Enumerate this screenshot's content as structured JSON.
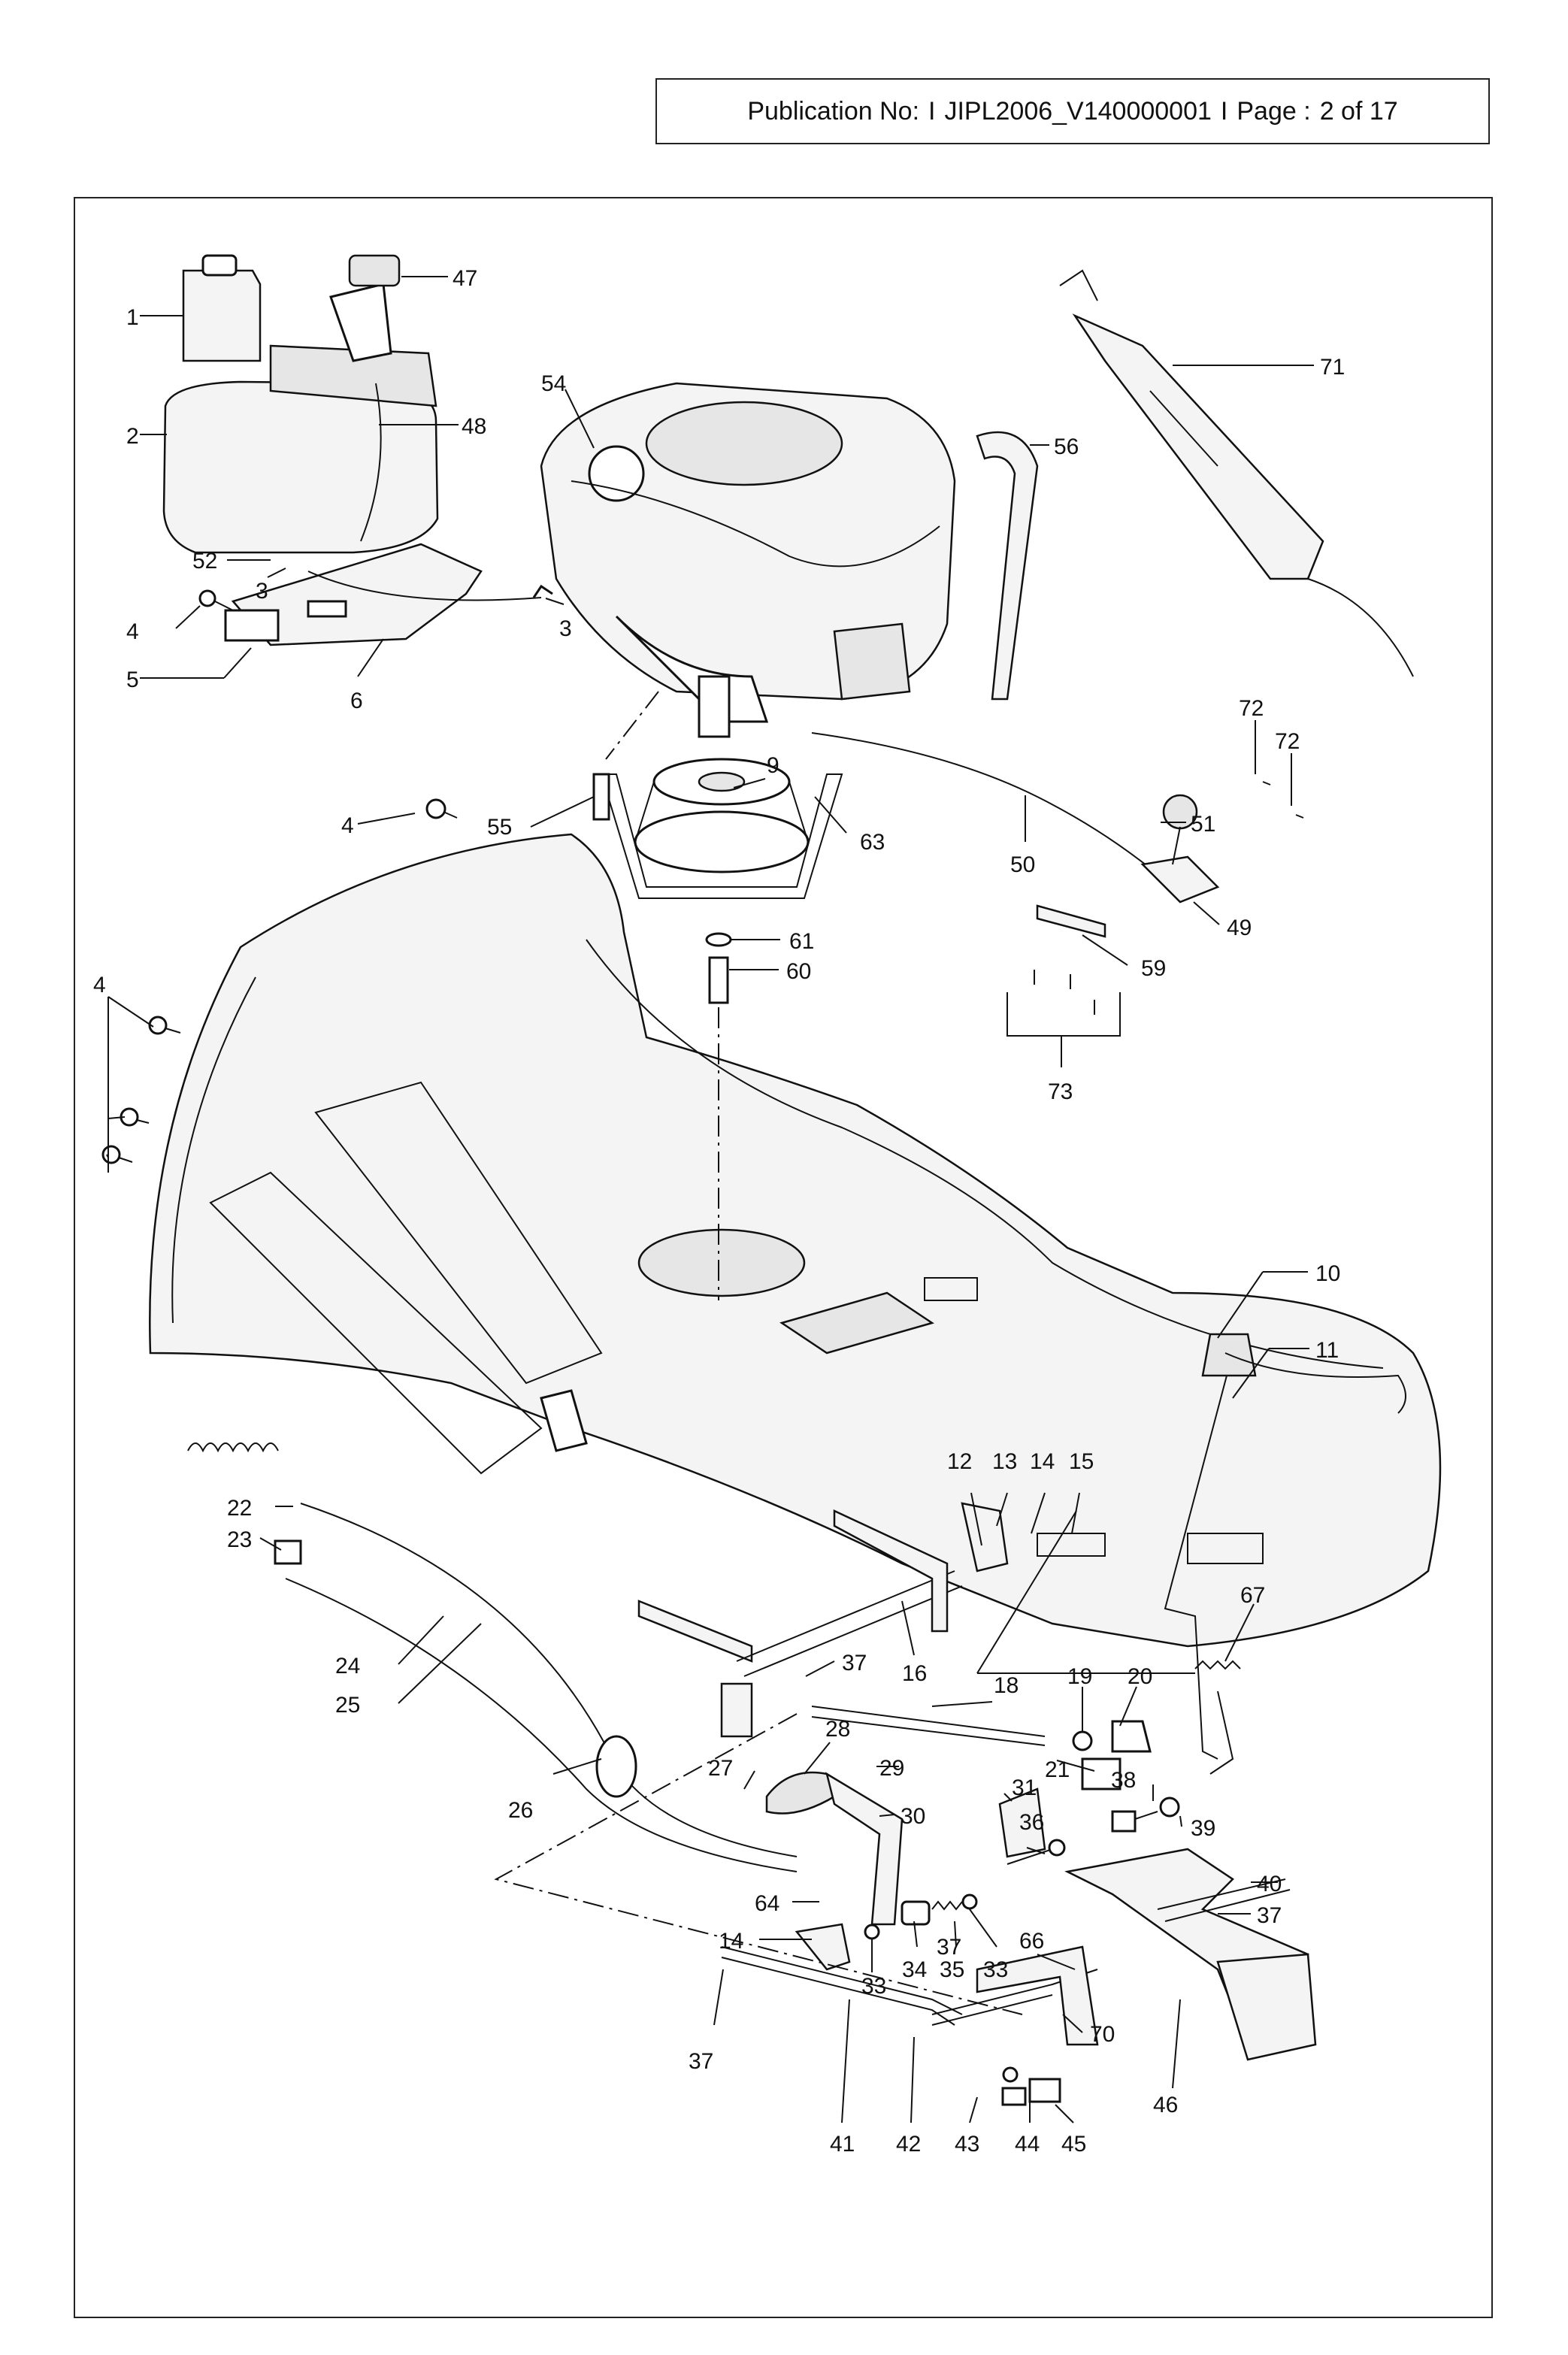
{
  "header": {
    "publication_label": "Publication No:",
    "separator_1": "I",
    "publication_number": "JIPL2006_V140000001",
    "separator_2": "I",
    "page_label": "Page :",
    "page_value": "2 of 17"
  },
  "callouts": [
    {
      "id": "c1",
      "text": "1"
    },
    {
      "id": "c2",
      "text": "2"
    },
    {
      "id": "c47",
      "text": "47"
    },
    {
      "id": "c48",
      "text": "48"
    },
    {
      "id": "c52",
      "text": "52"
    },
    {
      "id": "c3a",
      "text": "3"
    },
    {
      "id": "c4a",
      "text": "4"
    },
    {
      "id": "c5",
      "text": "5"
    },
    {
      "id": "c6",
      "text": "6"
    },
    {
      "id": "c3b",
      "text": "3"
    },
    {
      "id": "c54",
      "text": "54"
    },
    {
      "id": "c56",
      "text": "56"
    },
    {
      "id": "c71",
      "text": "71"
    },
    {
      "id": "c72a",
      "text": "72"
    },
    {
      "id": "c72b",
      "text": "72"
    },
    {
      "id": "c51",
      "text": "51"
    },
    {
      "id": "c50",
      "text": "50"
    },
    {
      "id": "c49",
      "text": "49"
    },
    {
      "id": "c59",
      "text": "59"
    },
    {
      "id": "c73",
      "text": "73"
    },
    {
      "id": "c9",
      "text": "9"
    },
    {
      "id": "c63",
      "text": "63"
    },
    {
      "id": "c55",
      "text": "55"
    },
    {
      "id": "c4b",
      "text": "4"
    },
    {
      "id": "c61",
      "text": "61"
    },
    {
      "id": "c60",
      "text": "60"
    },
    {
      "id": "c4c",
      "text": "4"
    },
    {
      "id": "c10",
      "text": "10"
    },
    {
      "id": "c11",
      "text": "11"
    },
    {
      "id": "c12",
      "text": "12"
    },
    {
      "id": "c13",
      "text": "13"
    },
    {
      "id": "c14a",
      "text": "14"
    },
    {
      "id": "c15",
      "text": "15"
    },
    {
      "id": "c16",
      "text": "16"
    },
    {
      "id": "c67",
      "text": "67"
    },
    {
      "id": "c22",
      "text": "22"
    },
    {
      "id": "c23",
      "text": "23"
    },
    {
      "id": "c24",
      "text": "24"
    },
    {
      "id": "c25",
      "text": "25"
    },
    {
      "id": "c37a",
      "text": "37"
    },
    {
      "id": "c18",
      "text": "18"
    },
    {
      "id": "c19",
      "text": "19"
    },
    {
      "id": "c20",
      "text": "20"
    },
    {
      "id": "c21",
      "text": "21"
    },
    {
      "id": "c28",
      "text": "28"
    },
    {
      "id": "c27",
      "text": "27"
    },
    {
      "id": "c29",
      "text": "29"
    },
    {
      "id": "c30",
      "text": "30"
    },
    {
      "id": "c31",
      "text": "31"
    },
    {
      "id": "c38",
      "text": "38"
    },
    {
      "id": "c39",
      "text": "39"
    },
    {
      "id": "c26",
      "text": "26"
    },
    {
      "id": "c36",
      "text": "36"
    },
    {
      "id": "c40",
      "text": "40"
    },
    {
      "id": "c37b",
      "text": "37"
    },
    {
      "id": "c64",
      "text": "64"
    },
    {
      "id": "c14b",
      "text": "14"
    },
    {
      "id": "c34",
      "text": "34"
    },
    {
      "id": "c35",
      "text": "35"
    },
    {
      "id": "c33a",
      "text": "33"
    },
    {
      "id": "c66",
      "text": "66"
    },
    {
      "id": "c33b",
      "text": "33"
    },
    {
      "id": "c37c",
      "text": "37"
    },
    {
      "id": "c37d",
      "text": "37"
    },
    {
      "id": "c70",
      "text": "70"
    },
    {
      "id": "c46",
      "text": "46"
    },
    {
      "id": "c41",
      "text": "41"
    },
    {
      "id": "c42",
      "text": "42"
    },
    {
      "id": "c43",
      "text": "43"
    },
    {
      "id": "c44",
      "text": "44"
    },
    {
      "id": "c45",
      "text": "45"
    }
  ]
}
